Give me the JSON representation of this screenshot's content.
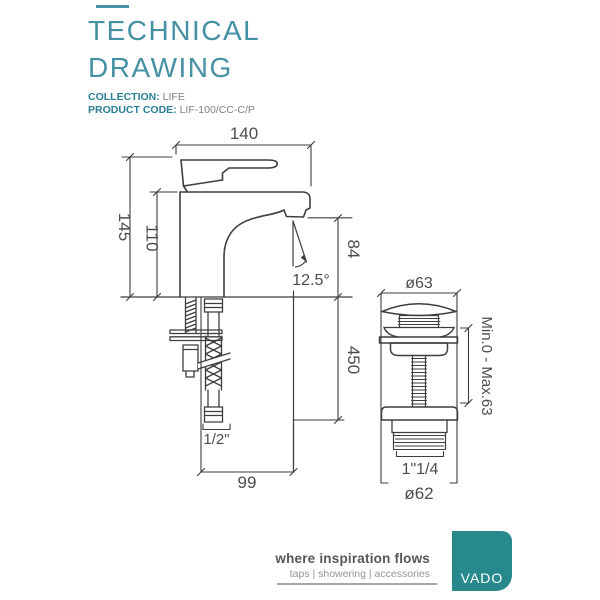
{
  "header": {
    "title_line1": "TECHNICAL",
    "title_line2": "DRAWING",
    "collection_label": "COLLECTION:",
    "collection_value": "LIFE",
    "product_code_label": "PRODUCT CODE:",
    "product_code_value": "LIF-100/CC-C/P"
  },
  "dims": {
    "spout_width": "140",
    "total_height": "145",
    "body_height": "110",
    "spout_height": "84",
    "spray_angle": "12.5°",
    "tail_length": "450",
    "projection": "99",
    "hose_connection": "1/2\"",
    "waste_top_diameter": "ø63",
    "waste_adjustment": "Min.0 - Max.63",
    "waste_thread": "1\"1/4",
    "waste_base_diameter": "ø62"
  },
  "footer": {
    "tagline": "where inspiration flows",
    "subline": "taps | showering | accessories",
    "logo_text": "VADO"
  },
  "colors": {
    "title_teal": "#4590a3",
    "label_teal": "#2a7f97",
    "logo_teal": "#28898d",
    "line_color": "#3d3e40",
    "dim_text": "#4c4d4f",
    "value_gray": "#7d7f82"
  }
}
